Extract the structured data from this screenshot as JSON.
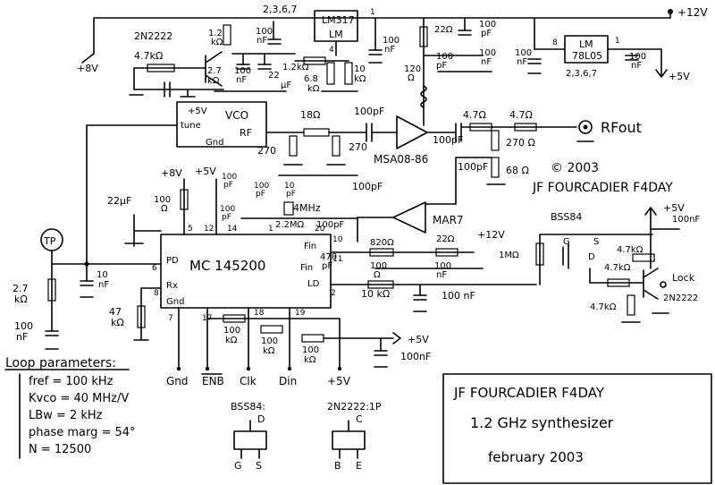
{
  "power": {
    "plus12": "+12V",
    "plus8": "+8V",
    "plus5_out": "+5V",
    "plus5_vco": "+5V",
    "plus8_mid": "+8V",
    "plus5_mid": "+5V",
    "plus12_mid": "+12V",
    "plus5_right": "+5V",
    "plus5_bot": "+5V",
    "plus5_bot2": "+5V"
  },
  "regulators": {
    "lm317": {
      "name1": "LM317",
      "name2": "LM",
      "pins": "2,3,6,7",
      "pin1": "1",
      "pin4": "4"
    },
    "lm78l05": {
      "name1": "LM",
      "name2": "78L05",
      "pins": "2,3,6,7",
      "pin8": "8",
      "pin1": "1"
    }
  },
  "transistors": {
    "q1": "2N2222",
    "q2": "2N2222",
    "bss84": "BSS84"
  },
  "components": {
    "r1": "1.2",
    "r1u": "kΩ",
    "r2": "4.7kΩ",
    "r3": "2.7",
    "r3u": "kΩ",
    "c1": "100",
    "c1u": "nF",
    "c2": "100",
    "c2u": "nF",
    "c3": "22",
    "c3u": "µF",
    "r4": "1.2kΩ",
    "r5": "6.8",
    "r5u": "kΩ",
    "r6": "10",
    "r6u": "kΩ",
    "c4": "100",
    "c4u": "nF",
    "r7": "22Ω",
    "c5": "100",
    "c5u": "pF",
    "r8": "120",
    "r8u": "Ω",
    "c6": "100",
    "c6u": "pF",
    "c7": "100",
    "c7u": "nF",
    "c8": "100",
    "c8u": "nF",
    "c9": "100",
    "c9u": "nF",
    "r9": "18Ω",
    "c10": "100pF",
    "r10": "270",
    "r11": "270",
    "amp1": "MSA08-86",
    "c11": "100pF",
    "r12": "4.7Ω",
    "r13": "4.7Ω",
    "r14": "270 Ω",
    "r15": "68 Ω",
    "c12": "100pF",
    "c13": "22µF",
    "r16": "100",
    "r16u": "Ω",
    "c14": "100",
    "c14u": "pF",
    "c15": "100",
    "c15u": "pF",
    "c16": "100",
    "c16u": "pF",
    "c17": "10",
    "c17u": "pF",
    "c18": "100pF",
    "xtal": "4MHz",
    "r17": "2.2MΩ",
    "c19": "100pF",
    "amp2": "MAR7",
    "r18": "820Ω",
    "r19": "22Ω",
    "c20": "100",
    "c20u": "nF",
    "c21": "470",
    "c21u": "pF",
    "r20": "100",
    "r20u": "Ω",
    "r21": "10 kΩ",
    "c22": "100 nF",
    "c23": "10",
    "c23u": "nF",
    "r22": "2.7",
    "r22u": "kΩ",
    "c24": "100",
    "c24u": "nF",
    "r23": "47",
    "r23u": "kΩ",
    "r24": "100",
    "r24u": "kΩ",
    "r25": "100",
    "r25u": "kΩ",
    "r26": "100",
    "r26u": "kΩ",
    "c25": "100nF",
    "r27": "1MΩ",
    "r28": "4.7kΩ",
    "r29": "4.7kΩ",
    "r30": "4.7kΩ",
    "c26": "100nF"
  },
  "vco": {
    "label": "VCO",
    "plus5": "+5V",
    "tune": "tune",
    "rf": "RF",
    "gnd": "Gnd"
  },
  "ic": {
    "name": "MC 145200",
    "pd": "PD",
    "rx": "Rx",
    "gnd": "Gnd",
    "fin": "Fin",
    "finb": "Fin",
    "ld": "LD",
    "p5": "5",
    "p12": "12",
    "p14": "14",
    "p1": "1",
    "p20": "20",
    "p10": "10",
    "p11": "11",
    "p6": "6",
    "p8": "8",
    "p7": "7",
    "p2": "2",
    "p17": "17",
    "p18": "18",
    "p19": "19"
  },
  "labels": {
    "rfout": "RFout",
    "copyright": "© 2003",
    "author": "JF FOURCADIER F4DAY",
    "tp": "TP",
    "lock": "Lock",
    "gnd": "Gnd",
    "enb": "ENB",
    "clk": "Clk",
    "din": "Din",
    "plus5": "+5V"
  },
  "loop": {
    "heading": "Loop parameters:",
    "fref": "fref = 100 kHz",
    "kvco": "Kvco = 40 MHz/V",
    "lbw": "LBw = 2 kHz",
    "pm": "phase marg = 54°",
    "n": "N = 12500"
  },
  "pinout": {
    "bss84_title": "BSS84:",
    "bss_d": "D",
    "bss_g": "G",
    "bss_s": "S",
    "q_title": "2N2222:1P",
    "q_c": "C",
    "q_b": "B",
    "q_e": "E"
  },
  "titleblock": {
    "author": "JF FOURCADIER   F4DAY",
    "title": "1.2 GHz synthesizer",
    "date": "february 2003"
  }
}
